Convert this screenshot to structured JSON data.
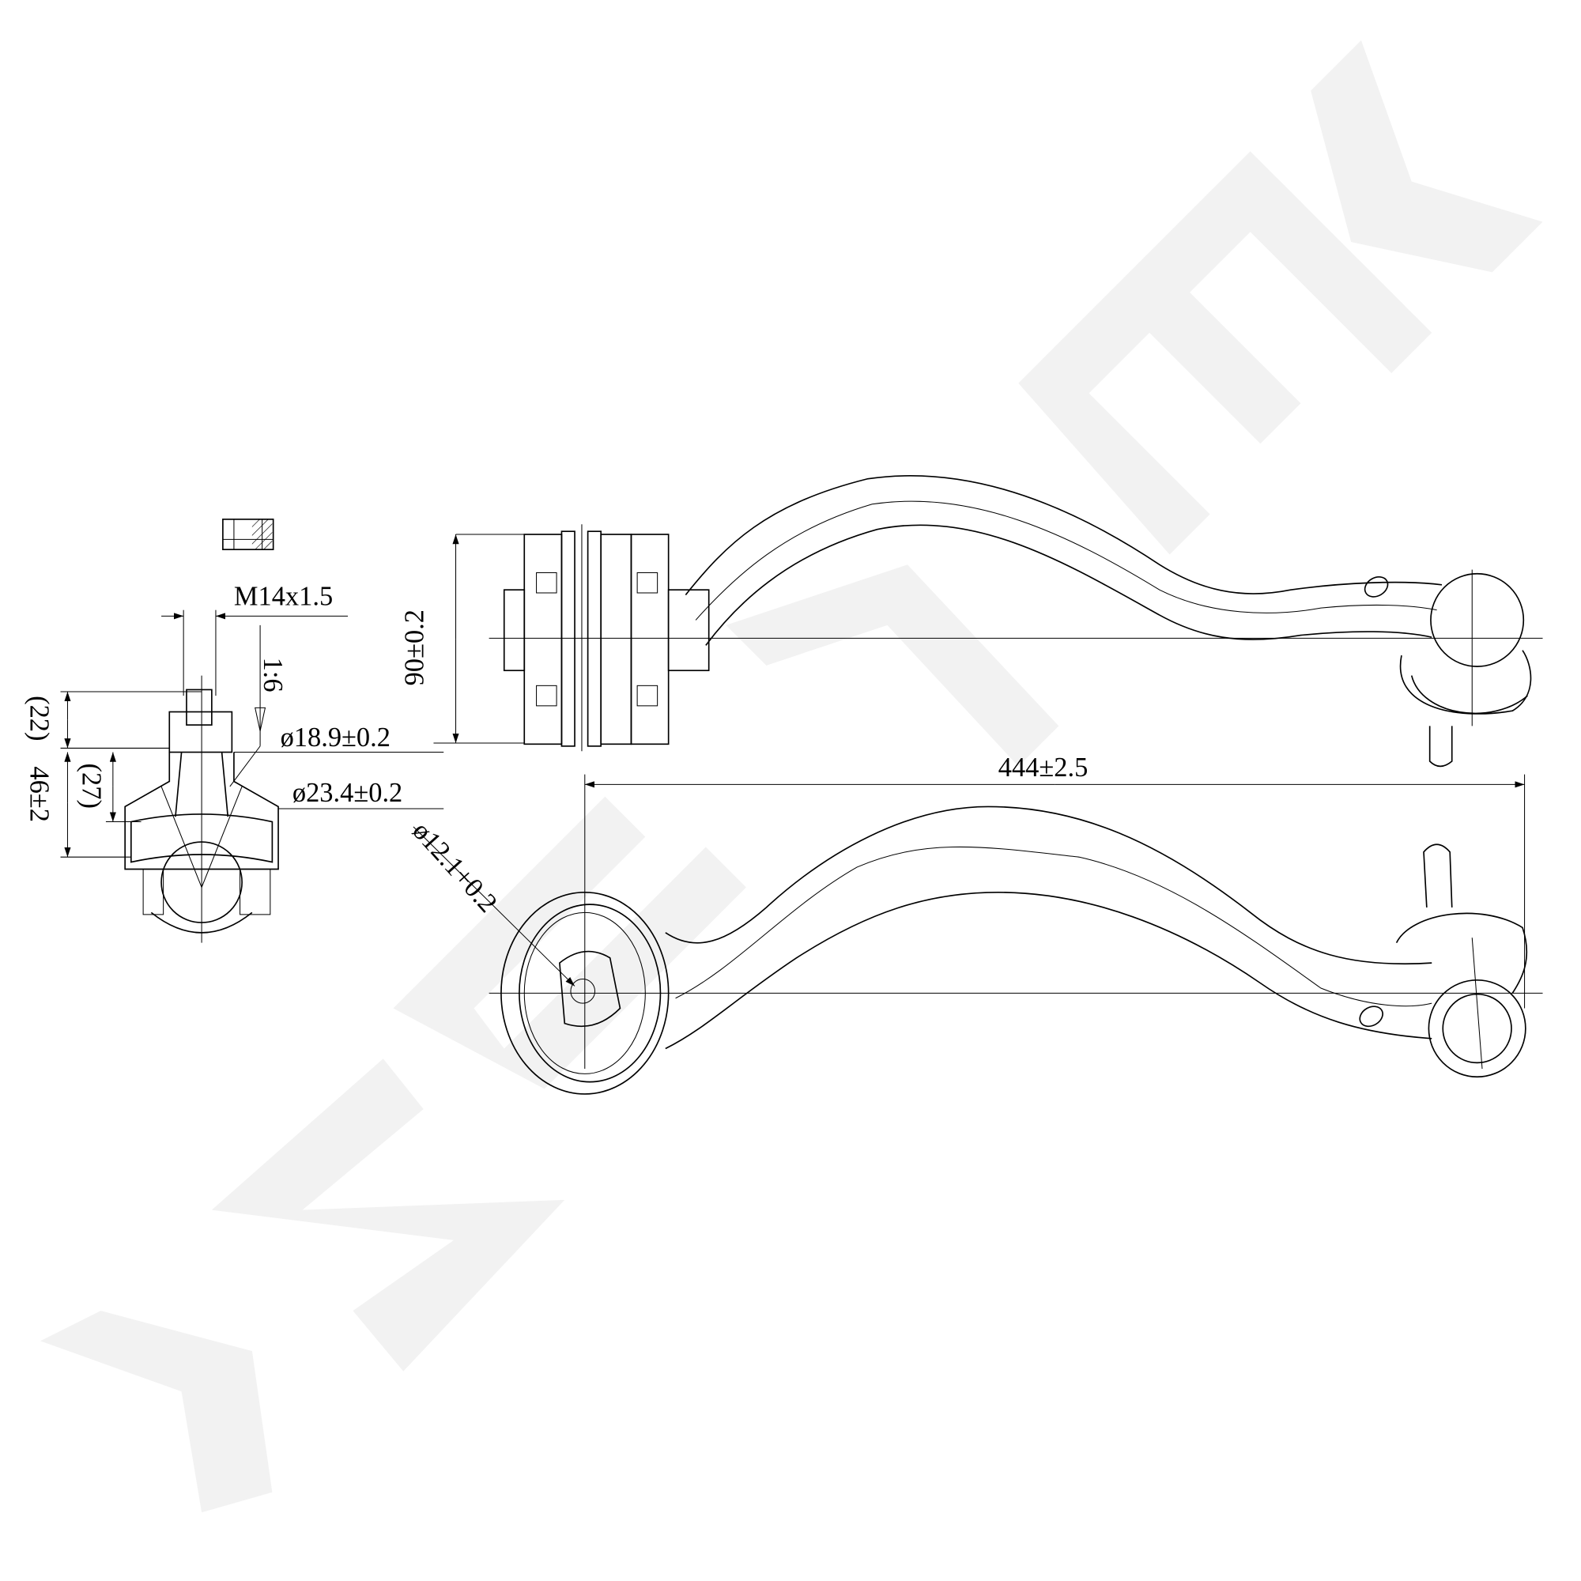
{
  "watermark": {
    "text": "ZENTEK",
    "color": "#f2f2f2"
  },
  "ball_joint_view": {
    "thread_label": "M14x1.5",
    "taper_label": "1:6",
    "dim_22": "(22)",
    "dim_27": "(27)",
    "dim_46": "46±2",
    "dia_18_9": "ø18.9±0.2",
    "dia_23_4": "ø23.4±0.2"
  },
  "arm_views": {
    "bushing_height": "90±0.2",
    "overall_length": "444±2.5",
    "bushing_bore": "ø12.1+0.2"
  },
  "colors": {
    "line": "#000000",
    "background": "#ffffff"
  }
}
